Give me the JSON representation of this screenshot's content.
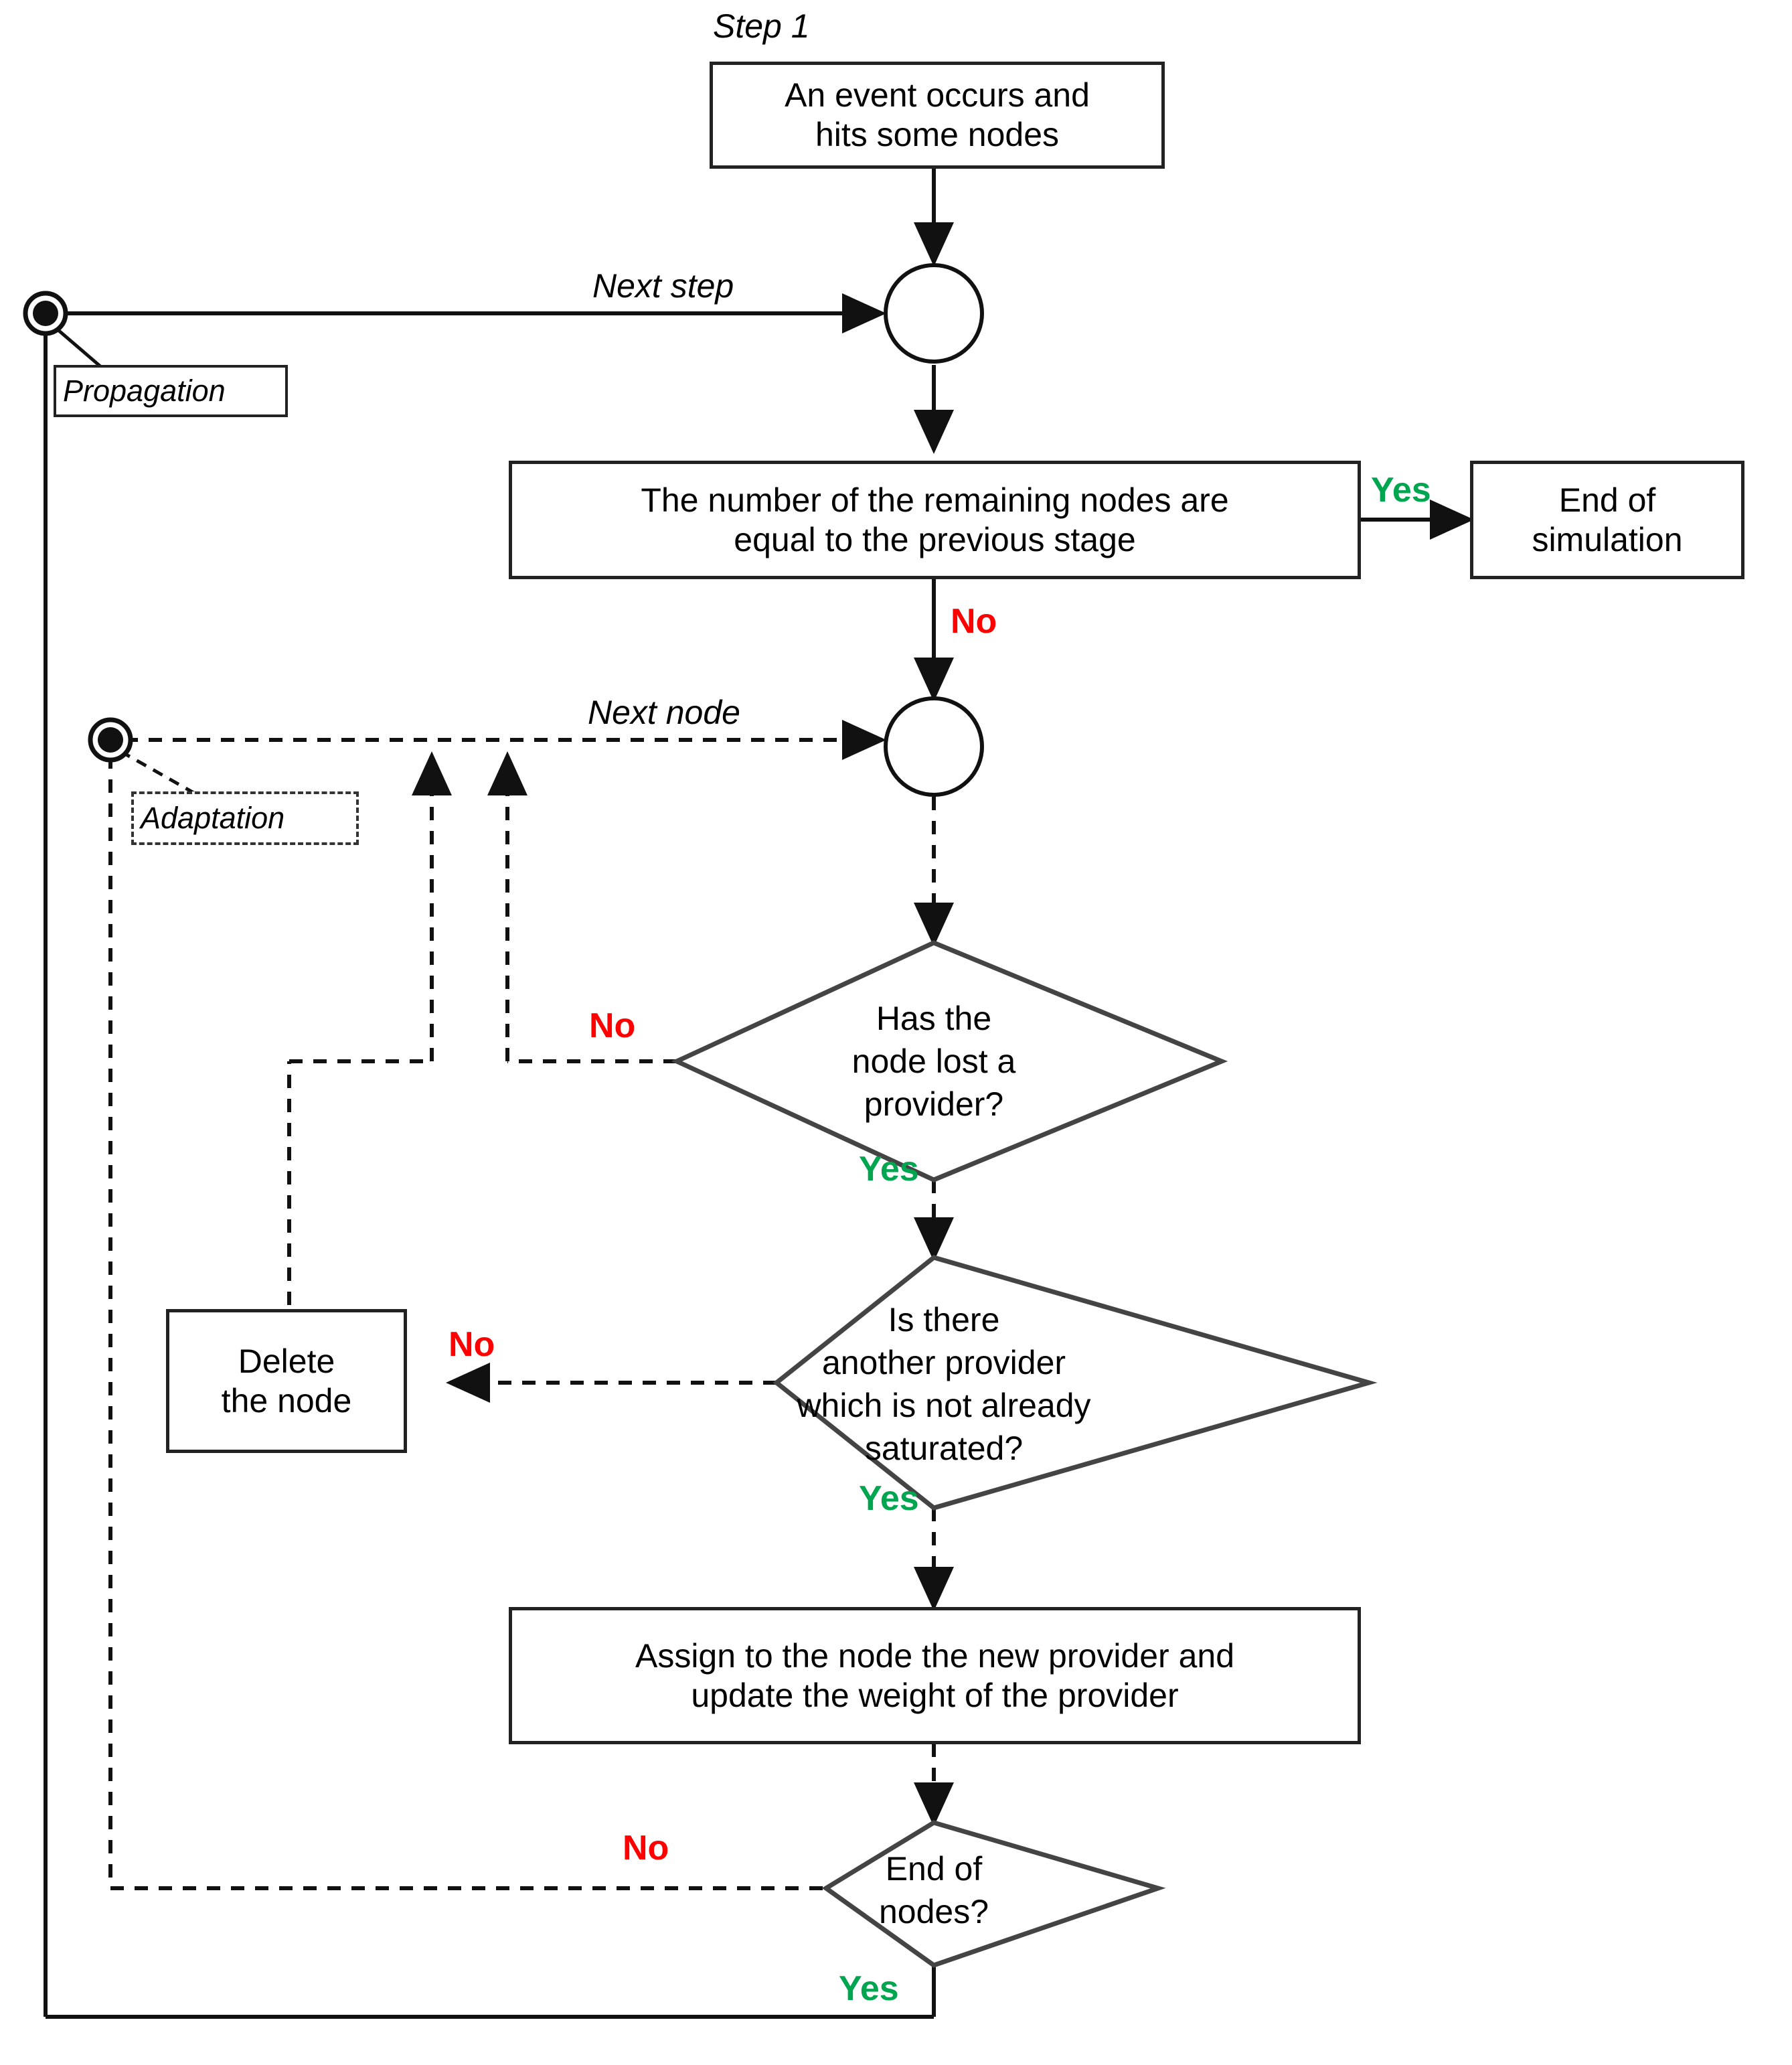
{
  "diagram": {
    "title_caption": "Step 1",
    "colors": {
      "yes": "#00A550",
      "no": "#FF0000",
      "stroke": "#222222",
      "background": "#FFFFFF"
    }
  },
  "nodes": {
    "start_box": {
      "text": "An event occurs and\nhits some nodes",
      "line1": "An event occurs and",
      "line2": "hits some nodes"
    },
    "merge_step": {
      "label": "step-merge-circle"
    },
    "merge_node": {
      "label": "node-merge-circle"
    },
    "cond_remaining": {
      "line1": "The number of the remaining nodes are",
      "line2": "equal to the previous stage"
    },
    "end_sim": {
      "line1": "End of",
      "line2": "simulation"
    },
    "d_lost_provider": {
      "text": "Has the\nnode lost a\nprovider?"
    },
    "d_another_provider": {
      "text": "Is there\nanother provider\nwhich is not already\nsaturated?"
    },
    "delete_node": {
      "line1": "Delete",
      "line2": "the node"
    },
    "assign_box": {
      "line1": "Assign to the node the new provider and",
      "line2": "update the weight of the provider"
    },
    "d_end_nodes": {
      "text": "End of\nnodes?"
    },
    "propagation_marker": {
      "label": "Propagation"
    },
    "adaptation_marker": {
      "label": "Adaptation"
    }
  },
  "edge_labels": {
    "next_step": "Next step",
    "next_node": "Next node",
    "yes_end_sim": "Yes",
    "no_remaining": "No",
    "no_lost_provider": "No",
    "yes_lost_provider": "Yes",
    "no_another_provider": "No",
    "yes_another_provider": "Yes",
    "no_end_nodes": "No",
    "yes_end_nodes": "Yes"
  }
}
